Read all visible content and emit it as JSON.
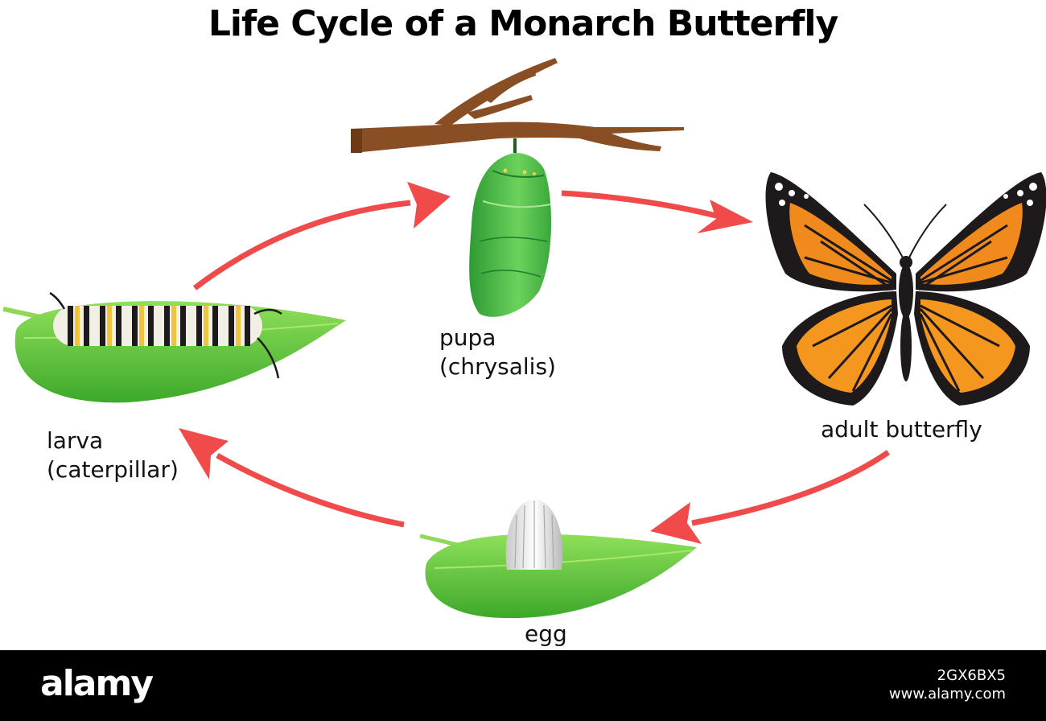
{
  "title": "Life Cycle of a Monarch Butterfly",
  "stages": {
    "pupa": {
      "line1": "pupa",
      "line2": "(chrysalis)"
    },
    "adult": {
      "line1": "adult butterfly"
    },
    "egg": {
      "line1": "egg"
    },
    "larva": {
      "line1": "larva",
      "line2": "(caterpillar)"
    }
  },
  "colors": {
    "arrow": "#f04a4a",
    "leaf": "#5cc43a",
    "chrysalis": "#4fb84a",
    "wing_orange": "#f08a1c",
    "wing_black": "#1e1a1c",
    "branch": "#8a4e24"
  },
  "footer": {
    "logo": "alamy",
    "image_id": "2GX6BX5",
    "url": "www.alamy.com"
  }
}
